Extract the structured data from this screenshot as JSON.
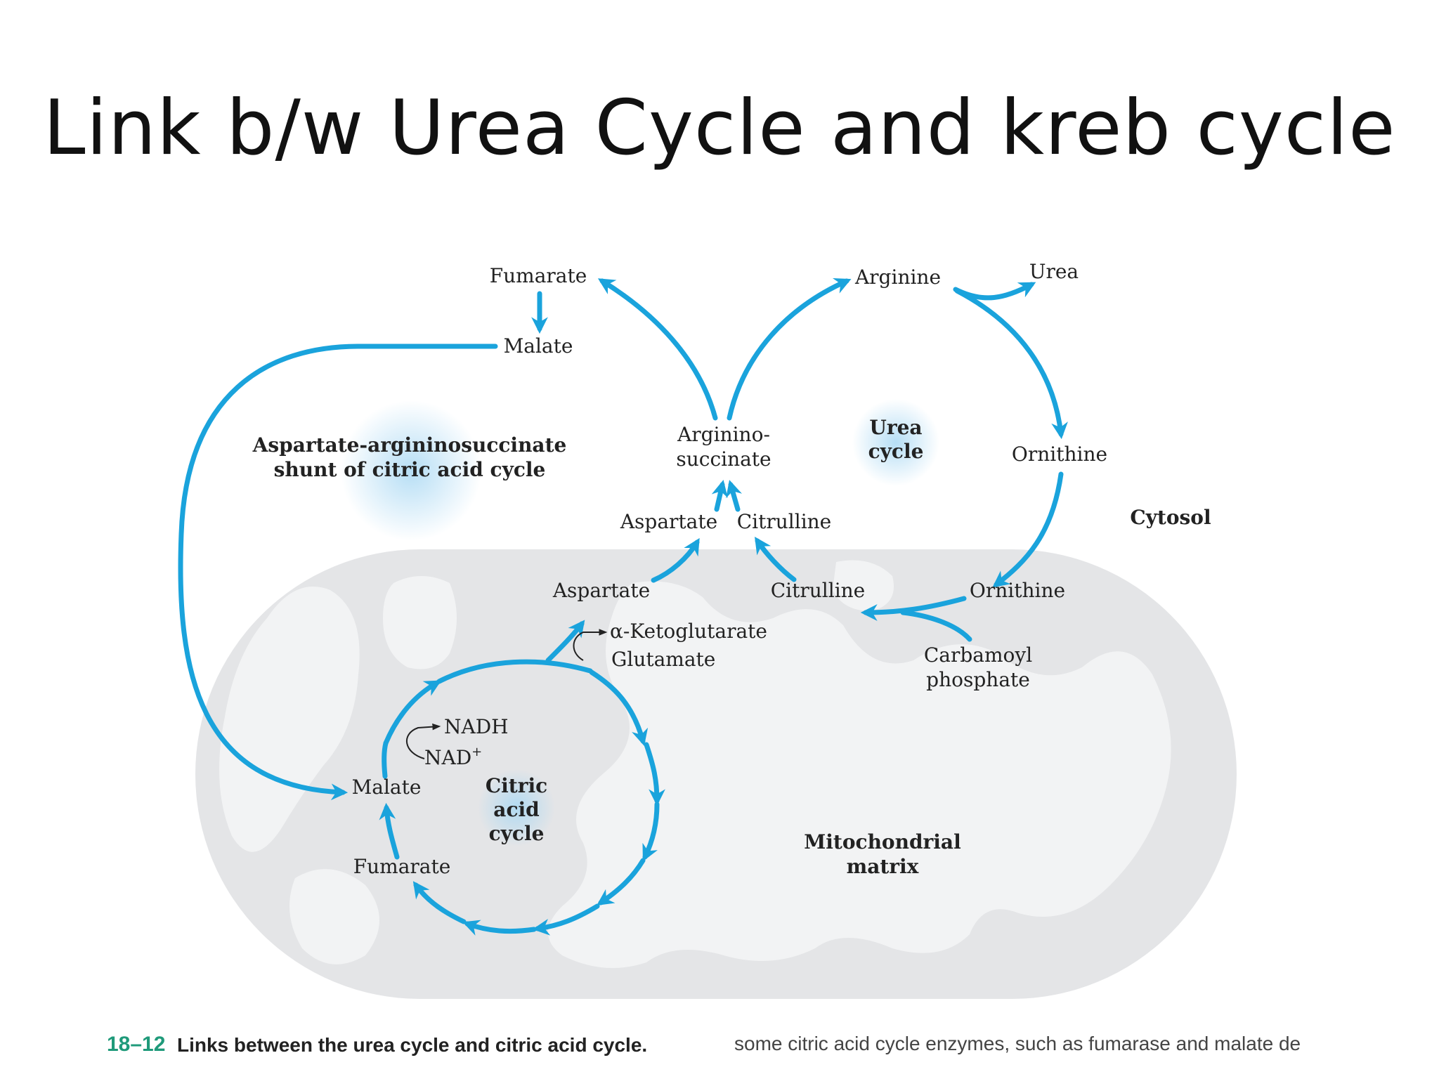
{
  "title": "Link b/w Urea Cycle and kreb cycle",
  "colors": {
    "arrow": "#1aa3dc",
    "mitochondrion": "#e4e5e7",
    "cristae": "#f2f3f4",
    "figure_number": "#1f9a7a"
  },
  "labels": {
    "fumarate_top": "Fumarate",
    "malate_top": "Malate",
    "arginine": "Arginine",
    "urea": "Urea",
    "argininosuccinate_1": "Arginino-",
    "argininosuccinate_2": "succinate",
    "urea_cycle_1": "Urea",
    "urea_cycle_2": "cycle",
    "ornithine_cytosol": "Ornithine",
    "cytosol": "Cytosol",
    "shunt_1": "Aspartate-argininosuccinate",
    "shunt_2": "shunt of citric acid cycle",
    "aspartate_cytosol": "Aspartate",
    "citrulline_cytosol": "Citrulline",
    "aspartate_matrix": "Aspartate",
    "citrulline_matrix": "Citrulline",
    "ornithine_matrix": "Ornithine",
    "alpha_kg": "α-Ketoglutarate",
    "glutamate": "Glutamate",
    "carbamoyl_1": "Carbamoyl",
    "carbamoyl_2": "phosphate",
    "nadh": "NADH",
    "nad": "NAD",
    "nad_sup": "+",
    "malate_matrix": "Malate",
    "fumarate_matrix": "Fumarate",
    "citric_1": "Citric",
    "citric_2": "acid",
    "citric_3": "cycle",
    "mito_1": "Mitochondrial",
    "mito_2": "matrix"
  },
  "caption": {
    "figure_number": "18–12",
    "text": "Links between the urea cycle and citric acid cycle.",
    "cut_text": "some citric acid cycle enzymes, such as fumarase and malate de"
  }
}
